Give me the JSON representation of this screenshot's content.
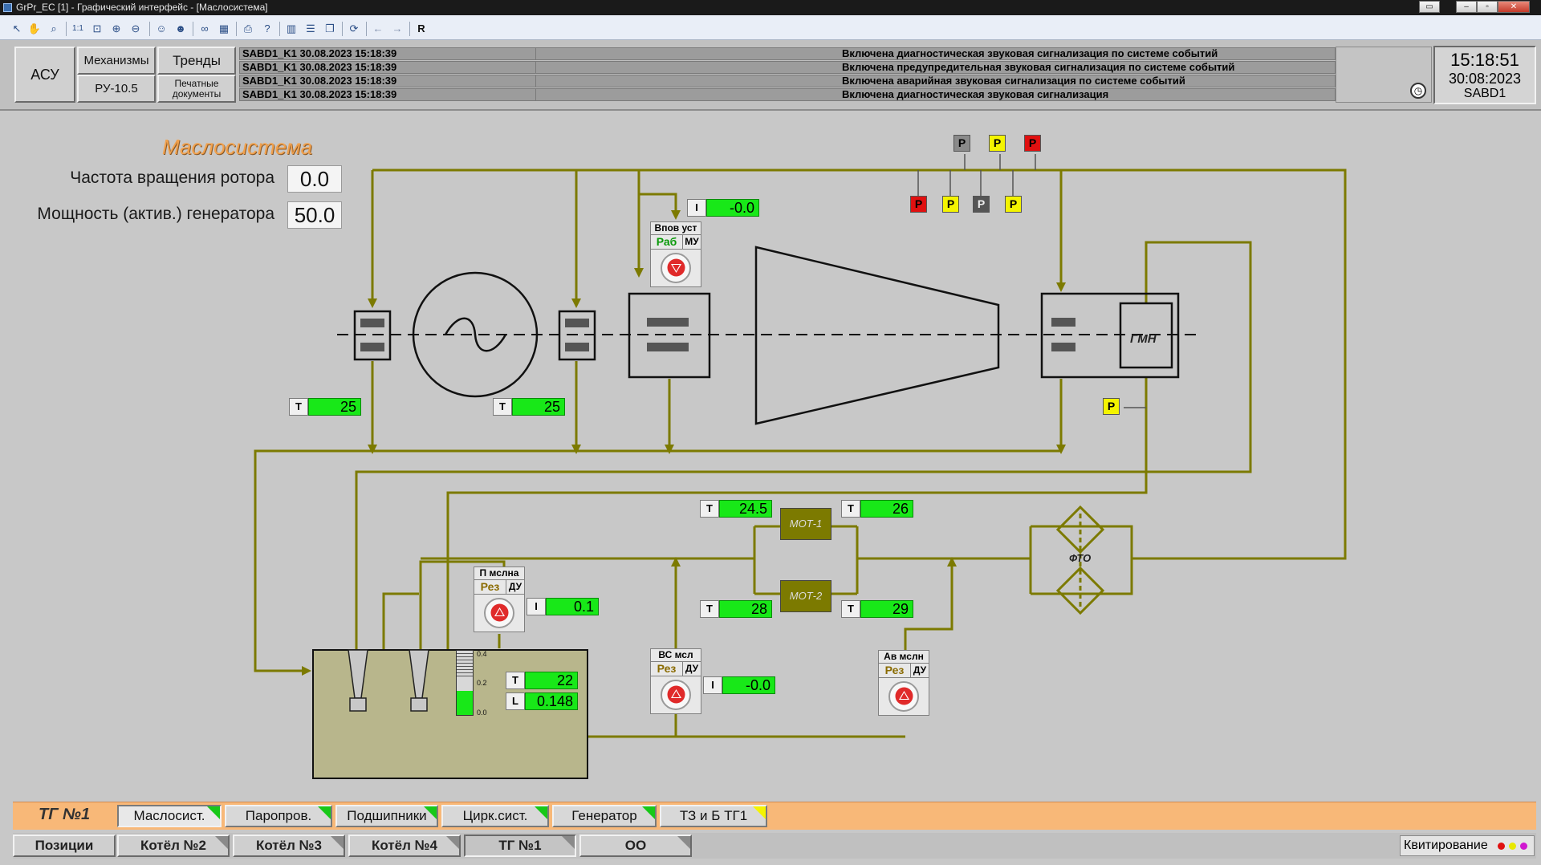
{
  "window": {
    "title": "GrPr_EC [1] - Графический интерфейс - [Маслосистема]"
  },
  "toolbar": {
    "r_label": "R"
  },
  "header": {
    "asu_label": "АСУ",
    "mechanisms_label": "Механизмы",
    "trends_label": "Тренды",
    "ru_label": "РУ-10.5",
    "print_label_1": "Печатные",
    "print_label_2": "документы",
    "events": [
      {
        "source": "SABD1_K1  30.08.2023 15:18:39",
        "message": "Включена диагностическая звуковая сигнализация по системе событий"
      },
      {
        "source": "SABD1_K1  30.08.2023 15:18:39",
        "message": "Включена предупредительная звуковая сигнализация по системе событий"
      },
      {
        "source": "SABD1_K1  30.08.2023 15:18:39",
        "message": "Включена аварийная звуковая сигнализация по системе событий"
      },
      {
        "source": "SABD1_K1  30.08.2023 15:18:39",
        "message": "Включена диагностическая звуковая сигнализация"
      }
    ],
    "clock_time": "15:18:51",
    "clock_date": "30:08:2023",
    "clock_station": "SABD1"
  },
  "main": {
    "title": "Маслосистема",
    "rotor_speed_label": "Частота вращения ротора",
    "rotor_speed_value": "0.0",
    "power_label": "Мощность (актив.) генератора",
    "power_value": "50.0",
    "sensors": {
      "bearing1_T": {
        "tag": "T",
        "value": "25"
      },
      "bearing2_T": {
        "tag": "T",
        "value": "25"
      },
      "vpov_I": {
        "tag": "I",
        "value": "-0.0"
      },
      "mot1_T_in": {
        "tag": "T",
        "value": "24.5"
      },
      "mot1_T_out": {
        "tag": "T",
        "value": "26"
      },
      "mot2_T_in": {
        "tag": "T",
        "value": "28"
      },
      "mot2_T_out": {
        "tag": "T",
        "value": "29"
      },
      "pump_main_I": {
        "tag": "I",
        "value": "0.1"
      },
      "tank_T": {
        "tag": "T",
        "value": "22"
      },
      "tank_L": {
        "tag": "L",
        "value": "0.148"
      },
      "pump_vs_I": {
        "tag": "I",
        "value": "-0.0"
      }
    },
    "pumps": {
      "vpov": {
        "name": "Впов уст",
        "mode": "Раб",
        "control": "МУ"
      },
      "main": {
        "name": "П мслна",
        "mode": "Рез",
        "control": "ДУ"
      },
      "vs": {
        "name": "ВС мсл",
        "mode": "Рез",
        "control": "ДУ"
      },
      "av": {
        "name": "Ав мслн",
        "mode": "Рез",
        "control": "ДУ"
      }
    },
    "equipment": {
      "gmn": "ГМН",
      "mot1": "МОТ-1",
      "mot2": "МОТ-2",
      "fto": "ФТО"
    },
    "tank_scale": [
      "0.4",
      "0.2",
      "0.0"
    ],
    "tank_level_fraction": 0.37,
    "pressure_symbol": "P",
    "colors": {
      "pipe": "#7c7a00",
      "sensor_green": "#18e818",
      "alarm_red": "#e01010",
      "warn_yellow": "#f4f400"
    }
  },
  "tabs_row1": {
    "unit": "ТГ №1",
    "items": [
      "Маслосист.",
      "Паропров.",
      "Подшипники",
      "Цирк.сист.",
      "Генератор",
      "ТЗ и Б ТГ1"
    ]
  },
  "tabs_row2": {
    "items": [
      "Позиции",
      "Котёл №2",
      "Котёл №3",
      "Котёл №4",
      "ТГ №1",
      "ОО"
    ],
    "ack_label": "Квитирование"
  }
}
